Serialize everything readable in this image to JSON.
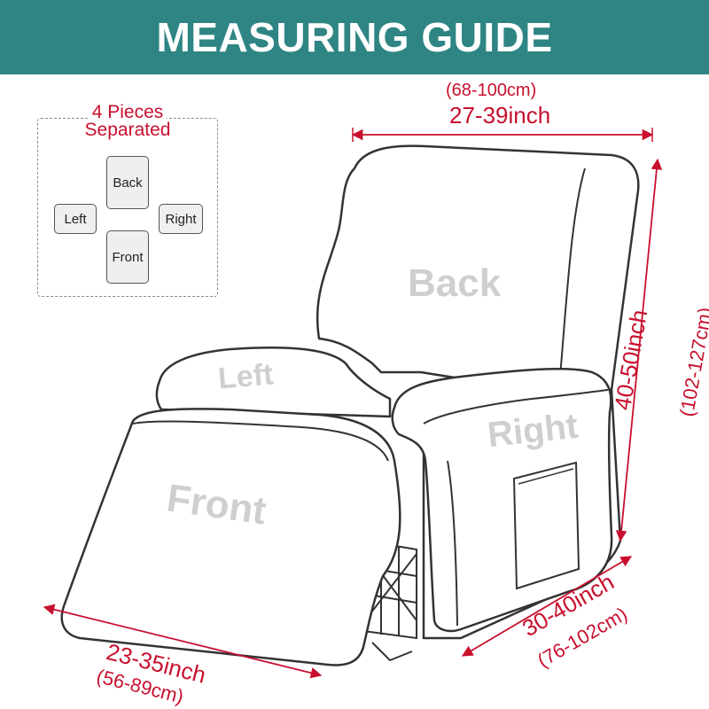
{
  "header": {
    "title": "MEASURING GUIDE",
    "background_color": "#2e8584"
  },
  "legend": {
    "title_line1": "4 Pieces",
    "title_line2": "Separated",
    "pieces": {
      "back": "Back",
      "left": "Left",
      "right": "Right",
      "front": "Front"
    }
  },
  "chair_labels": {
    "back": "Back",
    "left": "Left",
    "right": "Right",
    "front": "Front"
  },
  "dimensions": {
    "width": {
      "cm": "(68-100cm)",
      "inch": "27-39inch"
    },
    "height": {
      "inch": "40-50inch",
      "cm": "(102-127cm)"
    },
    "depth": {
      "inch": "30-40inch",
      "cm": "(76-102cm)"
    },
    "front_width": {
      "inch": "23-35inch",
      "cm": "(56-89cm)"
    }
  },
  "colors": {
    "dimension_text": "#c8102e",
    "label_text": "#cfcfcf",
    "outline": "#333333"
  }
}
